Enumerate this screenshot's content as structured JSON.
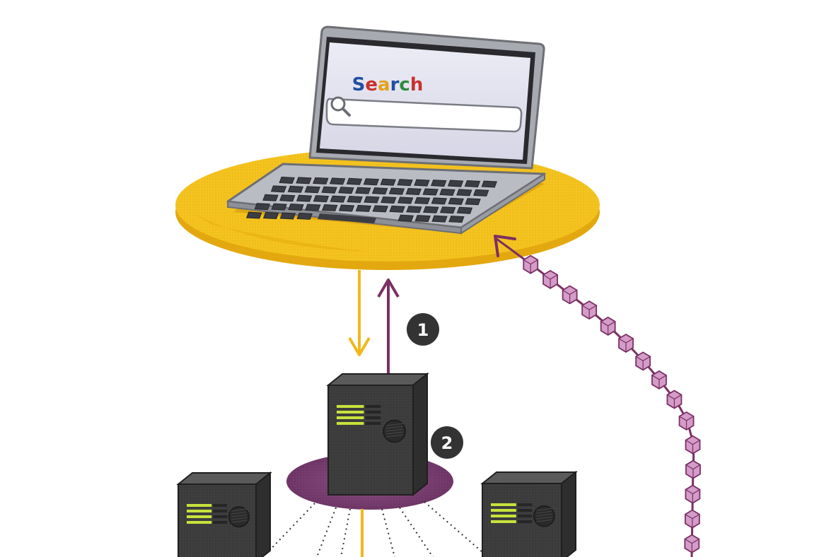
{
  "screen": {
    "search_title": "Search",
    "search_letters": [
      {
        "char": "S",
        "color": "#1f4fa3"
      },
      {
        "char": "e",
        "color": "#c8322d"
      },
      {
        "char": "a",
        "color": "#e3a21a"
      },
      {
        "char": "r",
        "color": "#1f4fa3"
      },
      {
        "char": "c",
        "color": "#2e8b3d"
      },
      {
        "char": "h",
        "color": "#c8322d"
      }
    ],
    "search_input_value": "",
    "search_icon": "magnifier-icon"
  },
  "steps": [
    {
      "label": "1"
    },
    {
      "label": "2"
    }
  ],
  "colors": {
    "platform": "#f4c21d",
    "platform_shadow": "#e2a90f",
    "request_arrow": "#f0b81c",
    "response_arrow": "#7b2f62",
    "chain_block": "#d49cc8",
    "chain_edge": "#7b2f62",
    "server_disc": "#7b3f73",
    "server_body": "#3a3a3a",
    "server_led": "#c8e23c",
    "step_badge": "#333333"
  },
  "servers": [
    {
      "role": "central-server"
    },
    {
      "role": "left-server"
    },
    {
      "role": "right-server"
    }
  ]
}
